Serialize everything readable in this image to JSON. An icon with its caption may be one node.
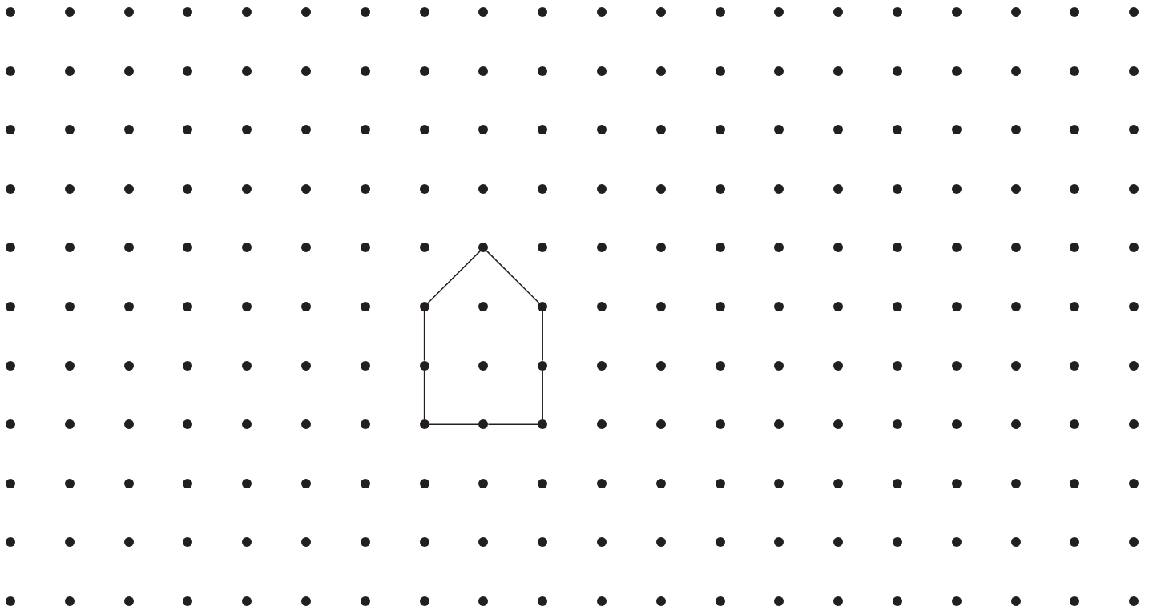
{
  "diagram": {
    "nodes": [
      {
        "text": [],
        "shape": "circle"
      },
      {
        "text": [],
        "shape": "circle"
      },
      {
        "text": [],
        "shape": "circle"
      },
      {
        "text": [],
        "shape": "circle"
      },
      {
        "text": [],
        "shape": "circle"
      },
      {
        "text": [],
        "shape": "circle"
      },
      {
        "text": [],
        "shape": "circle"
      },
      {
        "text": [],
        "shape": "circle"
      },
      {
        "text": [],
        "shape": "circle"
      },
      {
        "text": [],
        "shape": "circle"
      },
      {
        "text": [],
        "shape": "circle"
      },
      {
        "text": [],
        "shape": "circle"
      },
      {
        "text": [],
        "shape": "circle"
      },
      {
        "text": [],
        "shape": "circle"
      },
      {
        "text": [],
        "shape": "circle"
      },
      {
        "text": [],
        "shape": "circle"
      },
      {
        "text": [],
        "shape": "circle"
      },
      {
        "text": [],
        "shape": "circle"
      },
      {
        "text": [],
        "shape": "circle"
      },
      {
        "text": [],
        "shape": "circle"
      },
      {
        "text": [],
        "shape": "circle"
      },
      {
        "text": [],
        "shape": "circle"
      },
      {
        "text": [],
        "shape": "circle"
      },
      {
        "text": [],
        "shape": "circle"
      },
      {
        "text": [],
        "shape": "circle"
      },
      {
        "text": [],
        "shape": "circle"
      },
      {
        "text": [],
        "shape": "circle"
      },
      {
        "text": [],
        "shape": "circle"
      },
      {
        "text": [],
        "shape": "circle"
      },
      {
        "text": [],
        "shape": "circle"
      },
      {
        "text": [],
        "shape": "circle"
      },
      {
        "text": [],
        "shape": "circle"
      },
      {
        "text": [],
        "shape": "circle"
      },
      {
        "text": [],
        "shape": "circle"
      },
      {
        "text": [],
        "shape": "circle"
      },
      {
        "text": [],
        "shape": "circle"
      },
      {
        "text": [],
        "shape": "circle"
      },
      {
        "text": [],
        "shape": "circle"
      },
      {
        "text": [],
        "shape": "circle"
      },
      {
        "text": [],
        "shape": "circle"
      },
      {
        "text": [],
        "shape": "circle"
      },
      {
        "text": [],
        "shape": "circle"
      },
      {
        "text": [],
        "shape": "circle"
      },
      {
        "text": [],
        "shape": "circle"
      },
      {
        "text": [],
        "shape": "circle"
      },
      {
        "text": [],
        "shape": "circle"
      },
      {
        "text": [],
        "shape": "circle"
      },
      {
        "text": [],
        "shape": "circle"
      },
      {
        "text": [],
        "shape": "circle"
      },
      {
        "text": [],
        "shape": "circle"
      },
      {
        "text": [],
        "shape": "circle"
      },
      {
        "text": [],
        "shape": "circle"
      },
      {
        "text": [],
        "shape": "circle"
      },
      {
        "text": [],
        "shape": "circle"
      },
      {
        "text": [],
        "shape": "circle"
      },
      {
        "text": [],
        "shape": "circle"
      },
      {
        "text": [],
        "shape": "circle"
      },
      {
        "text": [],
        "shape": "circle"
      },
      {
        "text": [],
        "shape": "circle"
      },
      {
        "text": [],
        "shape": "circle"
      },
      {
        "text": [],
        "shape": "circle"
      },
      {
        "text": [],
        "shape": "circle"
      },
      {
        "text": [],
        "shape": "circle"
      },
      {
        "text": [],
        "shape": "circle"
      },
      {
        "text": [],
        "shape": "circle"
      },
      {
        "text": [],
        "shape": "circle"
      },
      {
        "text": [],
        "shape": "circle"
      },
      {
        "text": [],
        "shape": "circle"
      },
      {
        "text": [],
        "shape": "circle"
      },
      {
        "text": [],
        "shape": "circle"
      },
      {
        "text": [],
        "shape": "circle"
      },
      {
        "text": [],
        "shape": "circle"
      },
      {
        "text": [],
        "shape": "circle"
      },
      {
        "text": [],
        "shape": "circle"
      },
      {
        "text": [],
        "shape": "circle"
      },
      {
        "text": [],
        "shape": "circle"
      },
      {
        "text": [],
        "shape": "circle"
      },
      {
        "text": [],
        "shape": "circle"
      },
      {
        "text": [],
        "shape": "circle"
      },
      {
        "text": [],
        "shape": "circle"
      },
      {
        "text": [],
        "shape": "circle"
      },
      {
        "text": [],
        "shape": "circle"
      },
      {
        "text": [],
        "shape": "circle"
      },
      {
        "text": [],
        "shape": "circle"
      },
      {
        "text": [],
        "shape": "circle"
      },
      {
        "text": [],
        "shape": "circle"
      },
      {
        "text": [],
        "shape": "circle"
      },
      {
        "text": [],
        "shape": "circle"
      },
      {
        "text": [],
        "shape": "circle"
      },
      {
        "text": [],
        "shape": "circle"
      },
      {
        "text": [],
        "shape": "circle"
      },
      {
        "text": [],
        "shape": "circle"
      },
      {
        "text": [],
        "shape": "circle"
      },
      {
        "text": [],
        "shape": "circle"
      },
      {
        "text": [],
        "shape": "circle"
      },
      {
        "text": [],
        "shape": "circle"
      },
      {
        "text": [],
        "shape": "circle"
      },
      {
        "text": [],
        "shape": "circle"
      },
      {
        "text": [],
        "shape": "circle"
      },
      {
        "text": [],
        "shape": "circle"
      },
      {
        "text": [],
        "shape": "circle"
      },
      {
        "text": [],
        "shape": "circle"
      },
      {
        "text": [],
        "shape": "circle"
      },
      {
        "text": [],
        "shape": "circle"
      },
      {
        "text": [],
        "shape": "circle"
      },
      {
        "text": [],
        "shape": "circle"
      },
      {
        "text": [],
        "shape": "circle"
      },
      {
        "text": [],
        "shape": "circle"
      },
      {
        "text": [],
        "shape": "circle"
      },
      {
        "text": [],
        "shape": "circle"
      },
      {
        "text": [],
        "shape": "circle"
      },
      {
        "text": [],
        "shape": "circle"
      },
      {
        "text": [],
        "shape": "circle"
      },
      {
        "text": [],
        "shape": "circle"
      },
      {
        "text": [],
        "shape": "circle"
      },
      {
        "text": [],
        "shape": "circle"
      },
      {
        "text": [],
        "shape": "circle"
      },
      {
        "text": [],
        "shape": "circle"
      },
      {
        "text": [],
        "shape": "circle"
      },
      {
        "text": [],
        "shape": "circle"
      },
      {
        "text": [],
        "shape": "circle"
      },
      {
        "text": [],
        "shape": "circle"
      },
      {
        "text": [],
        "shape": "circle"
      },
      {
        "text": [],
        "shape": "circle"
      },
      {
        "text": [],
        "shape": "circle"
      },
      {
        "text": [],
        "shape": "circle"
      },
      {
        "text": [],
        "shape": "circle"
      },
      {
        "text": [],
        "shape": "circle"
      },
      {
        "text": [],
        "shape": "circle"
      },
      {
        "text": [],
        "shape": "circle"
      },
      {
        "text": [],
        "shape": "circle"
      },
      {
        "text": [],
        "shape": "circle"
      },
      {
        "text": [],
        "shape": "circle"
      },
      {
        "text": [],
        "shape": "circle"
      },
      {
        "text": [],
        "shape": "circle"
      },
      {
        "text": [],
        "shape": "circle"
      },
      {
        "text": [],
        "shape": "circle"
      },
      {
        "text": [],
        "shape": "circle"
      },
      {
        "text": [],
        "shape": "circle"
      },
      {
        "text": [],
        "shape": "circle"
      },
      {
        "text": [],
        "shape": "circle"
      },
      {
        "text": [],
        "shape": "circle"
      },
      {
        "text": [],
        "shape": "circle"
      },
      {
        "text": [],
        "shape": "circle"
      },
      {
        "text": [],
        "shape": "circle"
      },
      {
        "text": [],
        "shape": "circle"
      },
      {
        "text": [],
        "shape": "circle"
      },
      {
        "text": [],
        "shape": "circle"
      },
      {
        "text": [],
        "shape": "circle"
      },
      {
        "text": [],
        "shape": "circle"
      },
      {
        "text": [],
        "shape": "circle"
      },
      {
        "text": [],
        "shape": "circle"
      },
      {
        "text": [],
        "shape": "circle"
      },
      {
        "text": [],
        "shape": "circle"
      },
      {
        "text": [],
        "shape": "circle"
      },
      {
        "text": [],
        "shape": "circle"
      },
      {
        "text": [],
        "shape": "circle"
      },
      {
        "text": [],
        "shape": "circle"
      },
      {
        "text": [],
        "shape": "circle"
      },
      {
        "text": [],
        "shape": "circle"
      },
      {
        "text": [],
        "shape": "circle"
      },
      {
        "text": [],
        "shape": "circle"
      },
      {
        "text": [],
        "shape": "circle"
      },
      {
        "text": [],
        "shape": "circle"
      },
      {
        "text": [],
        "shape": "circle"
      },
      {
        "text": [],
        "shape": "circle"
      },
      {
        "text": [],
        "shape": "circle"
      },
      {
        "text": [],
        "shape": "circle"
      },
      {
        "text": [],
        "shape": "circle"
      },
      {
        "text": [],
        "shape": "circle"
      },
      {
        "text": [],
        "shape": "circle"
      },
      {
        "text": [],
        "shape": "circle"
      },
      {
        "text": [],
        "shape": "circle"
      },
      {
        "text": [],
        "shape": "circle"
      },
      {
        "text": [],
        "shape": "circle"
      },
      {
        "text": [],
        "shape": "circle"
      },
      {
        "text": [],
        "shape": "circle"
      },
      {
        "text": [],
        "shape": "circle"
      },
      {
        "text": [],
        "shape": "circle"
      },
      {
        "text": [],
        "shape": "circle"
      },
      {
        "text": [],
        "shape": "circle"
      },
      {
        "text": [],
        "shape": "circle"
      },
      {
        "text": [],
        "shape": "circle"
      },
      {
        "text": [],
        "shape": "circle"
      },
      {
        "text": [],
        "shape": "circle"
      },
      {
        "text": [],
        "shape": "circle"
      },
      {
        "text": [],
        "shape": "circle"
      },
      {
        "text": [],
        "shape": "circle"
      },
      {
        "text": [],
        "shape": "circle"
      },
      {
        "text": [],
        "shape": "circle"
      },
      {
        "text": [],
        "shape": "circle"
      },
      {
        "text": [],
        "shape": "circle"
      },
      {
        "text": [],
        "shape": "circle"
      },
      {
        "text": [],
        "shape": "circle"
      },
      {
        "text": [],
        "shape": "circle"
      },
      {
        "text": [],
        "shape": "circle"
      },
      {
        "text": [],
        "shape": "circle"
      },
      {
        "text": [],
        "shape": "circle"
      },
      {
        "text": [],
        "shape": "circle"
      },
      {
        "text": [],
        "shape": "circle"
      },
      {
        "text": [],
        "shape": "circle"
      },
      {
        "text": [],
        "shape": "circle"
      },
      {
        "text": [],
        "shape": "circle"
      },
      {
        "text": [],
        "shape": "circle"
      },
      {
        "text": [],
        "shape": "circle"
      },
      {
        "text": [],
        "shape": "circle"
      },
      {
        "text": [],
        "shape": "circle"
      },
      {
        "text": [],
        "shape": "circle"
      },
      {
        "text": [],
        "shape": "circle"
      },
      {
        "text": [],
        "shape": "circle"
      },
      {
        "text": [],
        "shape": "circle"
      },
      {
        "text": [],
        "shape": "circle"
      },
      {
        "text": [],
        "shape": "circle"
      },
      {
        "text": [],
        "shape": "circle"
      },
      {
        "text": [],
        "shape": "circle"
      },
      {
        "text": [],
        "shape": "circle"
      },
      {
        "text": [],
        "shape": "circle"
      },
      {
        "text": [],
        "shape": "circle"
      },
      {
        "text": [],
        "shape": "circle"
      },
      {
        "text": [],
        "shape": "circle"
      }
    ],
    "edges": [
      {
        "from": 107,
        "to": 88,
        "arrow": "none"
      },
      {
        "from": 88,
        "to": 109,
        "arrow": "none"
      },
      {
        "from": 109,
        "to": 129,
        "arrow": "none"
      },
      {
        "from": 129,
        "to": 149,
        "arrow": "none"
      },
      {
        "from": 149,
        "to": 148,
        "arrow": "none"
      },
      {
        "from": 148,
        "to": 147,
        "arrow": "none"
      },
      {
        "from": 147,
        "to": 127,
        "arrow": "none"
      },
      {
        "from": 127,
        "to": 107,
        "arrow": "none"
      }
    ]
  }
}
